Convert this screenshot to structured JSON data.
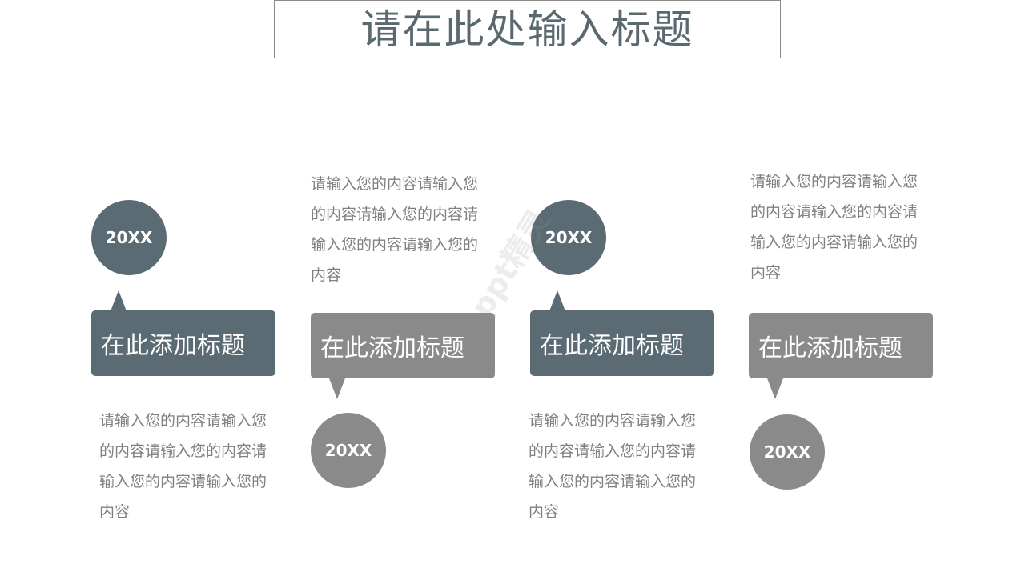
{
  "title": "请在此处输入标题",
  "colors": {
    "dark": "#5b6b73",
    "gray": "#8a8a8a",
    "text": "#808080",
    "title": "#5a6870"
  },
  "items": [
    {
      "year": "20XX",
      "heading": "在此添加标题",
      "content": "请输入您的内容请输入您的内容请输入您的内容请输入您的内容请输入您的内容"
    },
    {
      "year": "20XX",
      "heading": "在此添加标题",
      "content": "请输入您的内容请输入您的内容请输入您的内容请输入您的内容请输入您的内容"
    },
    {
      "year": "20XX",
      "heading": "在此添加标题",
      "content": "请输入您的内容请输入您的内容请输入您的内容请输入您的内容请输入您的内容"
    },
    {
      "year": "20XX",
      "heading": "在此添加标题",
      "content": "请输入您的内容请输入您的内容请输入您的内容请输入您的内容请输入您的内容"
    }
  ],
  "watermark": "ppt精灵"
}
